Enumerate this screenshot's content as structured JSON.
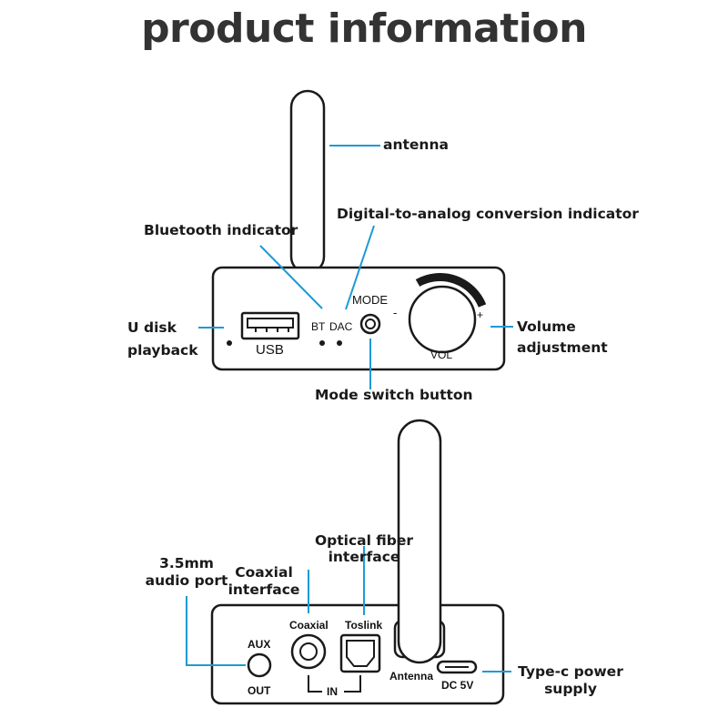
{
  "title": "product information",
  "front_panel": {
    "labels": {
      "antenna": "antenna",
      "bluetooth_indicator": "Bluetooth indicator",
      "dac_indicator": "Digital-to-analog conversion indicator",
      "u_disk_line1": "U disk",
      "u_disk_line2": "playback",
      "volume_line1": "Volume",
      "volume_line2": "adjustment",
      "mode_switch": "Mode switch button"
    },
    "device_text": {
      "usb": "USB",
      "bt": "BT",
      "dac": "DAC",
      "mode": "MODE",
      "minus": "-",
      "plus": "+",
      "vol": "VOL"
    }
  },
  "rear_panel": {
    "labels": {
      "audio_port_line1": "3.5mm",
      "audio_port_line2": "audio port",
      "coaxial_line1": "Coaxial",
      "coaxial_line2": "interface",
      "optical_line1": "Optical fiber",
      "optical_line2": "interface",
      "typec_line1": "Type-c power",
      "typec_line2": "supply"
    },
    "device_text": {
      "aux": "AUX",
      "out": "OUT",
      "coaxial": "Coaxial",
      "toslink": "Toslink",
      "in": "IN",
      "antenna": "Antenna",
      "dc5v": "DC 5V"
    }
  },
  "colors": {
    "leader_line": "#1e9ad6",
    "outline": "#1a1a1a",
    "title": "#333333"
  }
}
